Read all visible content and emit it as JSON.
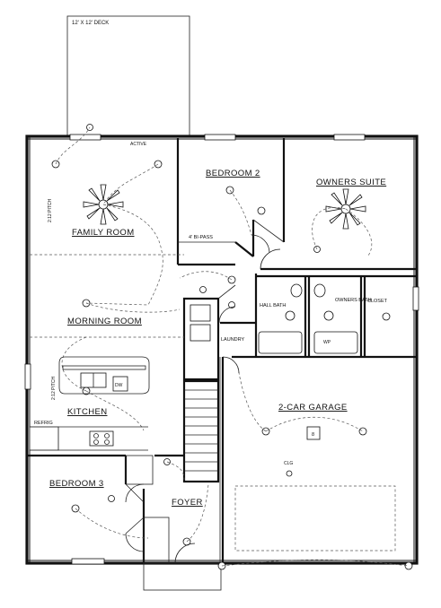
{
  "rooms": {
    "deck": "12' X 12' DECK",
    "family_room": "FAMILY ROOM",
    "bedroom_2": "BEDROOM 2",
    "owners_suite": "OWNERS SUITE",
    "morning_room": "MORNING ROOM",
    "kitchen": "KITCHEN",
    "garage": "2-CAR GARAGE",
    "bedroom_3": "BEDROOM 3",
    "foyer": "FOYER",
    "hall_bath": "HALL BATH",
    "owners_bath": "OWNERS BATH",
    "closet": "CLOSET",
    "laundry": "LAUNDRY"
  },
  "labels": {
    "active": "ACTIVE",
    "bi_pass": "4' BI-PASS",
    "pitch_family": "2:12 PITCH",
    "pitch_kitchen": "2:12 PITCH",
    "refrig": "REFRIG",
    "dw": "DW",
    "clg": "CLG",
    "wp": "WP",
    "garage_box": "8"
  }
}
